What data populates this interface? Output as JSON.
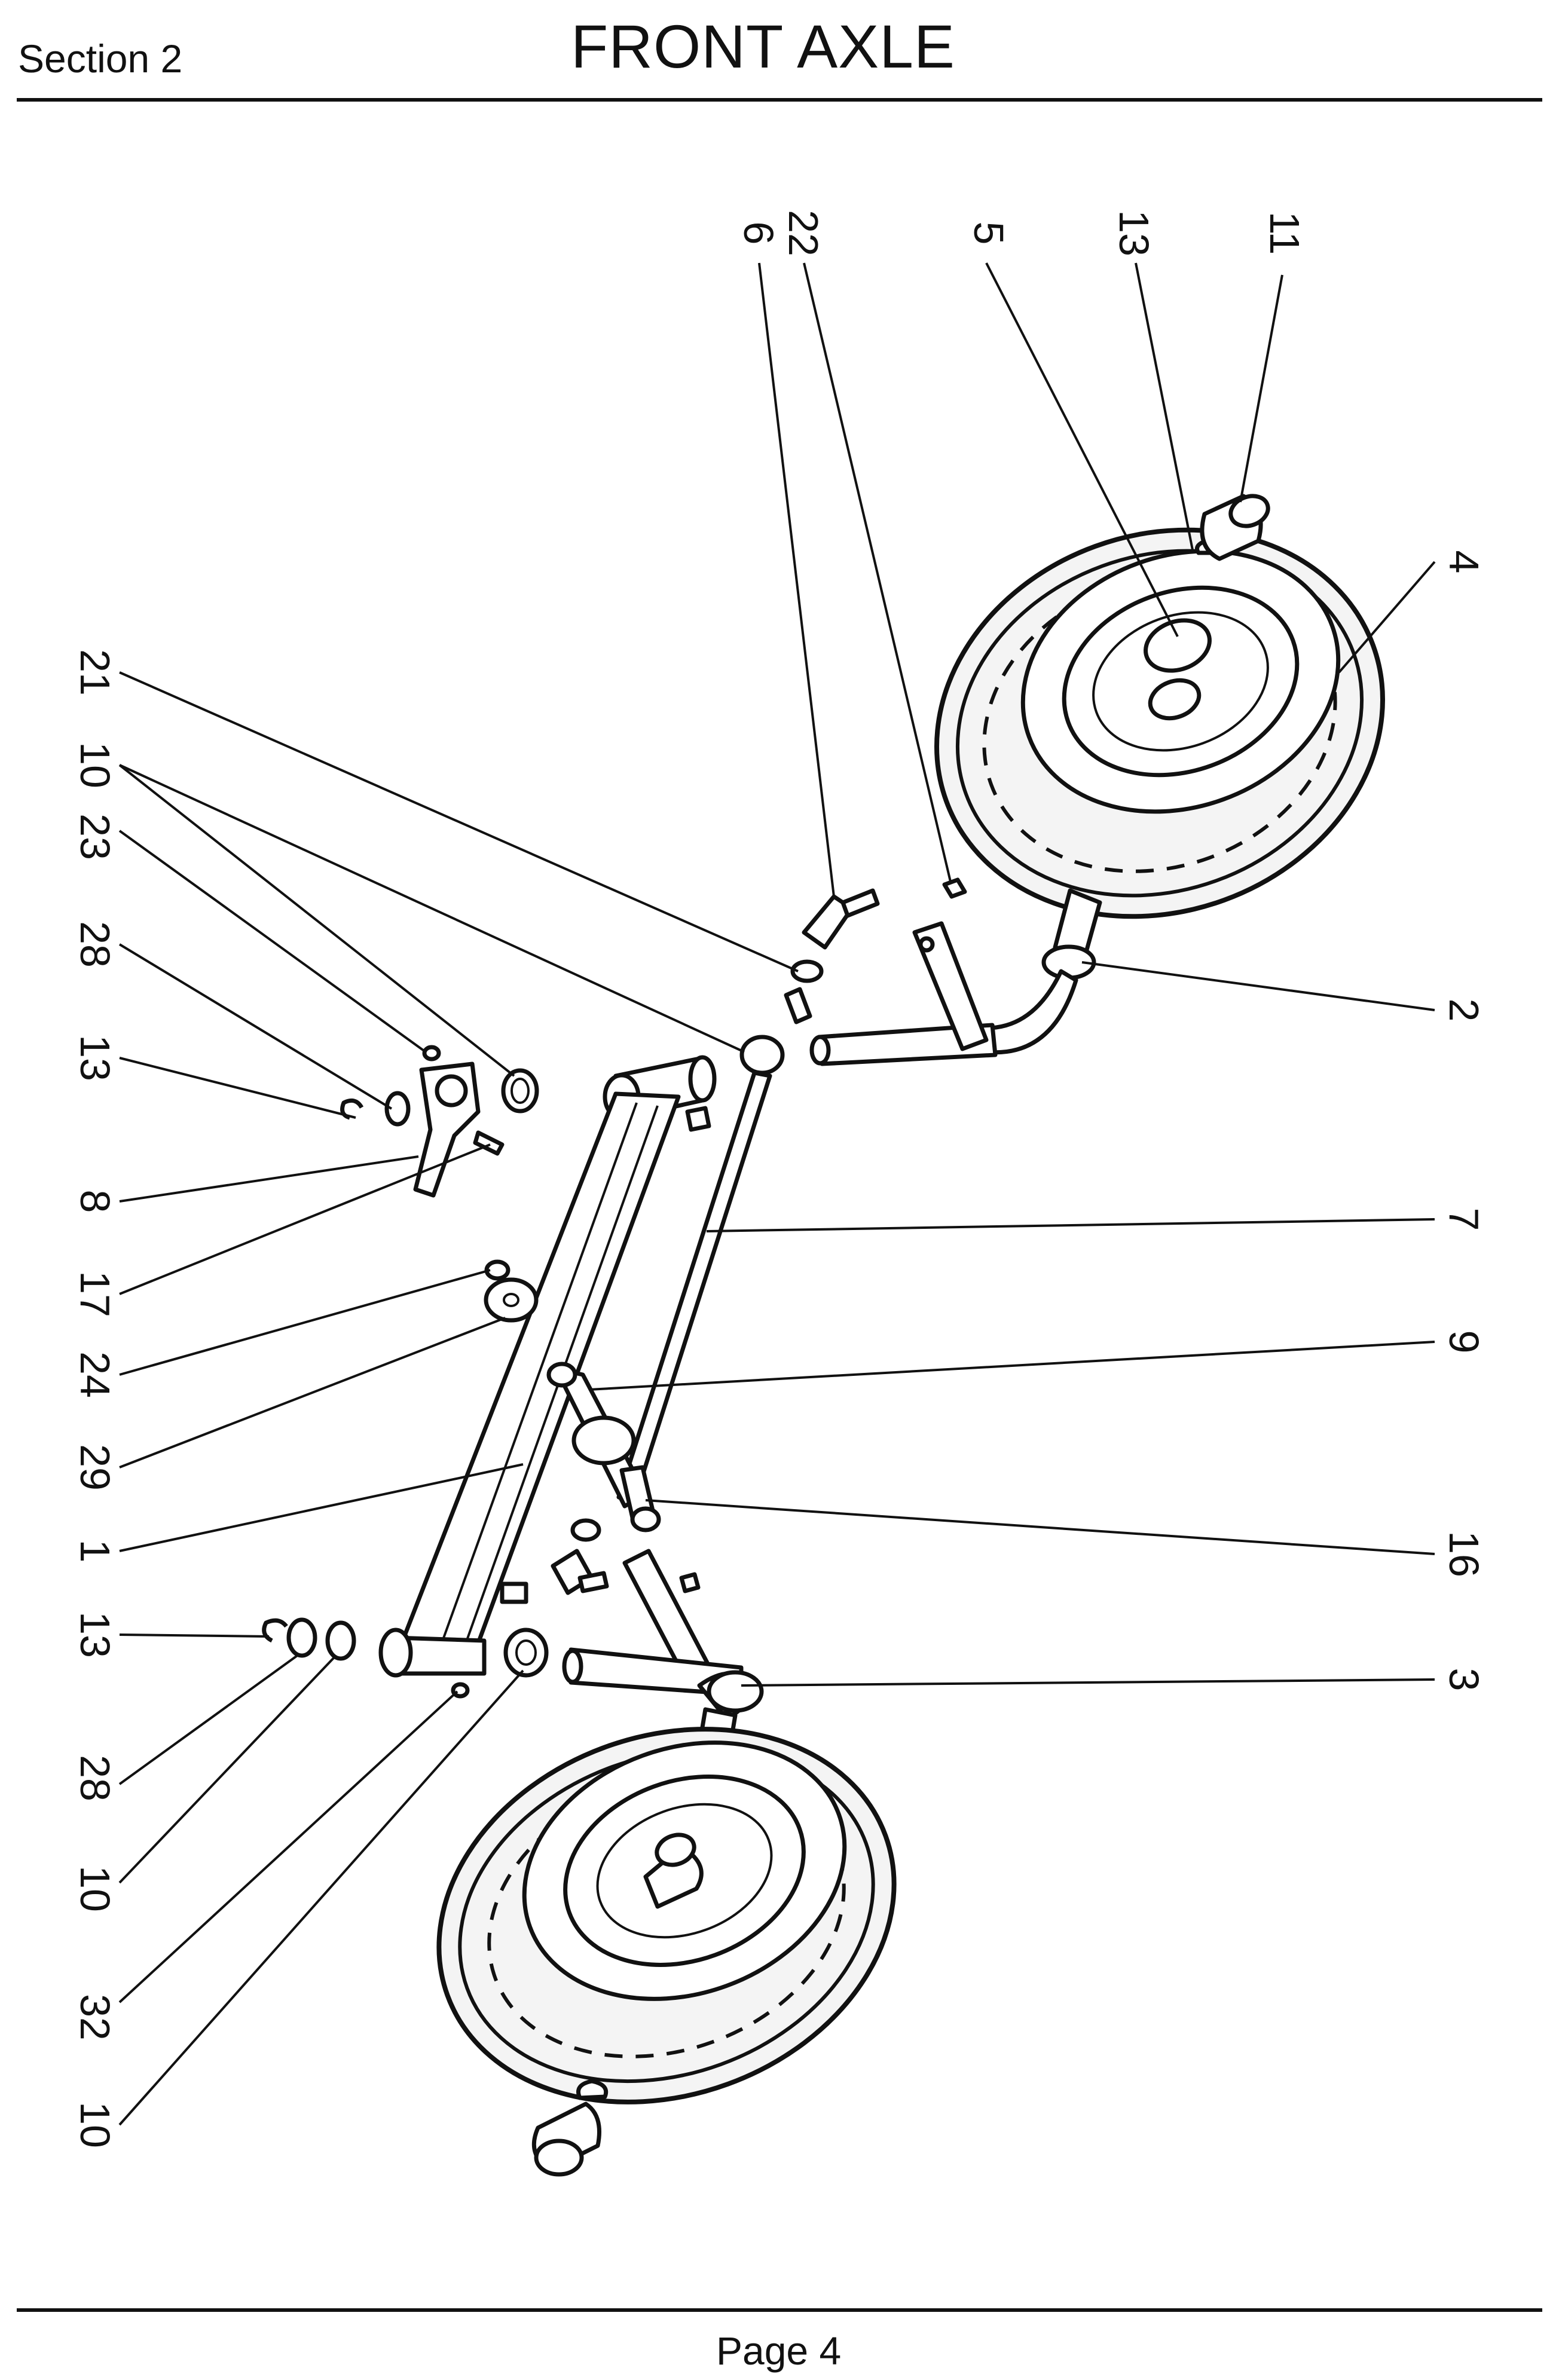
{
  "header": {
    "section": "Section 2",
    "title": "FRONT AXLE"
  },
  "footer": {
    "page": "Page 4"
  },
  "callouts": {
    "c6": "6",
    "c22": "22",
    "c5": "5",
    "c13a": "13",
    "c11": "11",
    "c4": "4",
    "c2": "2",
    "c7": "7",
    "c9": "9",
    "c16": "16",
    "c3": "3",
    "c21": "21",
    "c10a": "10",
    "c23": "23",
    "c28a": "28",
    "c13b": "13",
    "c8": "8",
    "c17": "17",
    "c24": "24",
    "c29": "29",
    "c1": "1",
    "c13c": "13",
    "c28b": "28",
    "c10b": "10",
    "c32": "32",
    "c10c": "10"
  }
}
